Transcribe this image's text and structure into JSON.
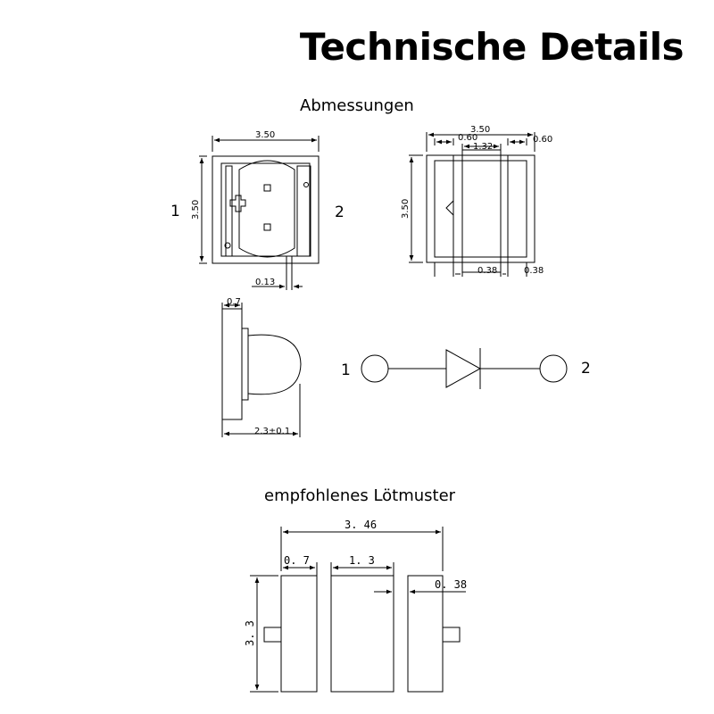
{
  "header": {
    "title": "Technische Details"
  },
  "sections": {
    "dimensions_label": "Abmessungen",
    "solder_label": "empfohlenes Lötmuster"
  },
  "top_view": {
    "width": "3.50",
    "height": "3.50",
    "gap": "0.13",
    "pin_left": "1",
    "pin_right": "2"
  },
  "bottom_view": {
    "width": "3.50",
    "pad_left": "0.60",
    "pad_right": "0.60",
    "center": "1.32",
    "height": "3.50",
    "foot_left": "0.38",
    "foot_right": "0.38"
  },
  "side_view": {
    "top": "0.7",
    "depth": "2.3±0.1"
  },
  "symbol": {
    "pin_left": "1",
    "pin_right": "2"
  },
  "solder_pattern": {
    "total_width": "3. 46",
    "pad_outer": "0. 7",
    "pad_center": "1. 3",
    "gap": "0. 38",
    "height": "3. 3"
  }
}
